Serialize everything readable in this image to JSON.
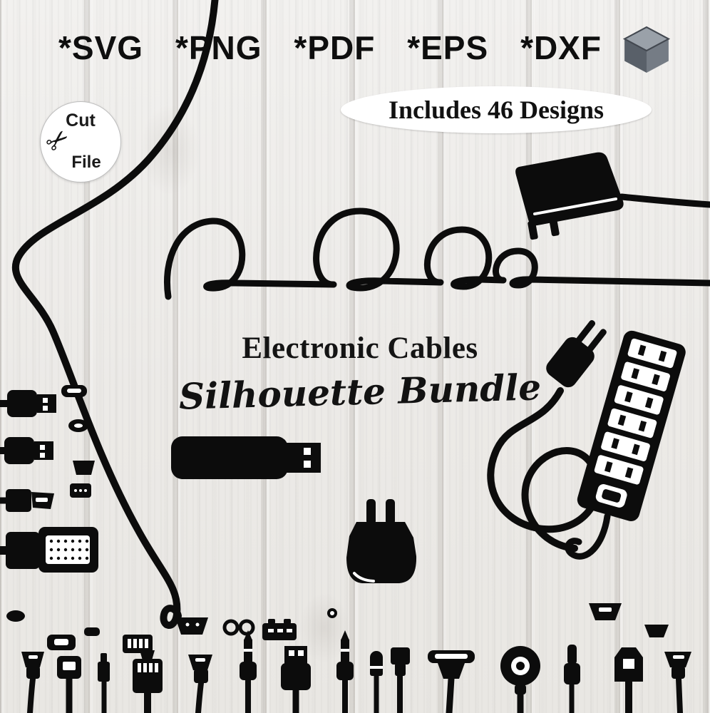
{
  "formats": {
    "items": [
      "*SVG",
      "*PNG",
      "*PDF",
      "*EPS",
      "*DXF"
    ]
  },
  "includes_badge": {
    "text": "Includes 46 Designs"
  },
  "cut_file_badge": {
    "line1": "Cut",
    "line2": "File",
    "scissors_glyph": "✂"
  },
  "title": {
    "heading": "Electronic Cables",
    "subheading": "Silhouette Bundle"
  },
  "colors": {
    "silhouette_black": "#0c0c0c",
    "background_wood": "#efedea",
    "badge_white": "#ffffff",
    "cube_gray_top": "#9aa1a9",
    "cube_gray_left": "#596069",
    "cube_gray_right": "#757c85"
  },
  "icons": {
    "corner": "cube-icon",
    "badge": "scissors-icon"
  },
  "silhouettes": [
    "curly-cable",
    "power-adapter",
    "usb-flash-drive",
    "usb-wall-charger",
    "power-plug-with-cord",
    "power-strip",
    "usb-a-cable",
    "usb-c-head",
    "hdmi-cable",
    "dvi-vga-connector",
    "micro-usb",
    "mini-usb",
    "ethernet-rj45",
    "barrel-jack",
    "audio-jack-3-5mm",
    "rca-connector",
    "toslink",
    "dock-30pin",
    "magsafe-round",
    "lightning",
    "usb-b"
  ]
}
